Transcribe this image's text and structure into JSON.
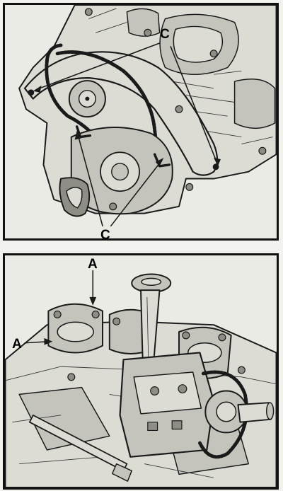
{
  "panels": {
    "top": {
      "labels": [
        "C",
        "C"
      ]
    },
    "bottom": {
      "labels": [
        "A",
        "A"
      ]
    }
  },
  "colors": {
    "ink": "#1a1a1a",
    "paper": "#ebebe6"
  }
}
